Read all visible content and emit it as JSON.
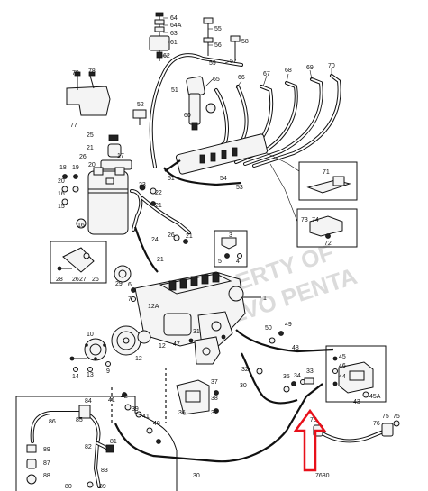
{
  "diagram": {
    "figure_number": "7680",
    "watermark_line1": "PROPERTY OF",
    "watermark_line2": "VOLVO PENTA",
    "arrow_color": "#e8101a",
    "callouts": {
      "c1": "1",
      "c3": "3",
      "c4": "4",
      "c5": "5",
      "c6": "6",
      "c7": "7",
      "c9": "9",
      "c10": "10",
      "c12": "12",
      "c12a": "12A",
      "c13": "13",
      "c14": "14",
      "c15": "15",
      "c16": "16",
      "c17": "17",
      "c18": "18",
      "c19": "19",
      "c20": "20",
      "c21": "21",
      "c22": "22",
      "c23": "23",
      "c24": "24",
      "c25": "25",
      "c26": "26",
      "c27": "27",
      "c28": "28",
      "c29": "29",
      "c30": "30",
      "c31": "31",
      "c32": "32",
      "c33": "33",
      "c34": "34",
      "c35": "35",
      "c36": "36",
      "c37": "37",
      "c38": "38",
      "c39": "39",
      "c40": "40",
      "c41": "41",
      "c42": "42",
      "c43": "43",
      "c44": "44",
      "c45": "45",
      "c45a": "45A",
      "c46": "46",
      "c47": "47",
      "c48": "48",
      "c49": "49",
      "c50": "50",
      "c51": "51",
      "c52": "52",
      "c53": "53",
      "c54": "54",
      "c55": "55",
      "c56": "56",
      "c57": "57",
      "c58": "58",
      "c59": "59",
      "c60": "60",
      "c61": "61",
      "c62": "62",
      "c63": "63",
      "c64": "64",
      "c64a": "64A",
      "c65": "65",
      "c66": "66",
      "c67": "67",
      "c68": "68",
      "c69": "69",
      "c70": "70",
      "c71": "71",
      "c72": "72",
      "c73": "73",
      "c74": "74",
      "c75": "75",
      "c76": "76",
      "c77": "77",
      "c78": "78",
      "c79": "79",
      "c80": "80",
      "c81": "81",
      "c82": "82",
      "c83": "83",
      "c84": "84",
      "c85": "85",
      "c86": "86",
      "c87": "87",
      "c88": "88",
      "c89": "89"
    }
  }
}
